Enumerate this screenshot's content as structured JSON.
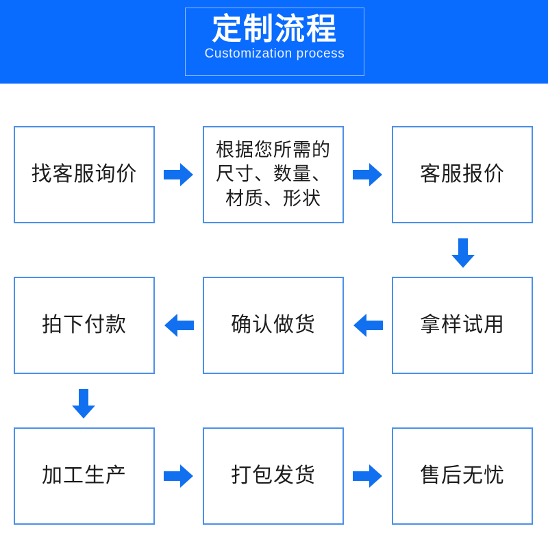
{
  "banner": {
    "title": "定制流程",
    "subtitle": "Customization process",
    "background_color": "#0a6bff",
    "title_color": "#ffffff",
    "frame_border_color": "#ffffff"
  },
  "theme": {
    "box_border_color": "#4a90e8",
    "box_fill_color": "#ffffff",
    "arrow_color": "#1070f0",
    "text_color": "#1c1c1c"
  },
  "flow": {
    "rows": [
      {
        "direction": "right",
        "steps": [
          {
            "label": "找客服询价",
            "multiline": false
          },
          {
            "label": "根据您所需的\n尺寸、数量、\n材质、形状",
            "multiline": true
          },
          {
            "label": "客服报价",
            "multiline": false
          }
        ],
        "connectors": [
          {
            "icon": "arrow-right-icon"
          },
          {
            "icon": "arrow-right-icon"
          }
        ]
      },
      {
        "direction": "left",
        "steps": [
          {
            "label": "拍下付款",
            "multiline": false
          },
          {
            "label": "确认做货",
            "multiline": false
          },
          {
            "label": "拿样试用",
            "multiline": false
          }
        ],
        "connectors": [
          {
            "icon": "arrow-left-icon"
          },
          {
            "icon": "arrow-left-icon"
          }
        ]
      },
      {
        "direction": "right",
        "steps": [
          {
            "label": "加工生产",
            "multiline": false
          },
          {
            "label": "打包发货",
            "multiline": false
          },
          {
            "label": "售后无忧",
            "multiline": false
          }
        ],
        "connectors": [
          {
            "icon": "arrow-right-icon"
          },
          {
            "icon": "arrow-right-icon"
          }
        ]
      }
    ],
    "row_connectors": [
      {
        "icon": "arrow-down-icon",
        "position": "right-column",
        "from_row": 1,
        "to_row": 2
      },
      {
        "icon": "arrow-down-icon",
        "position": "left-column",
        "from_row": 2,
        "to_row": 3
      }
    ]
  }
}
